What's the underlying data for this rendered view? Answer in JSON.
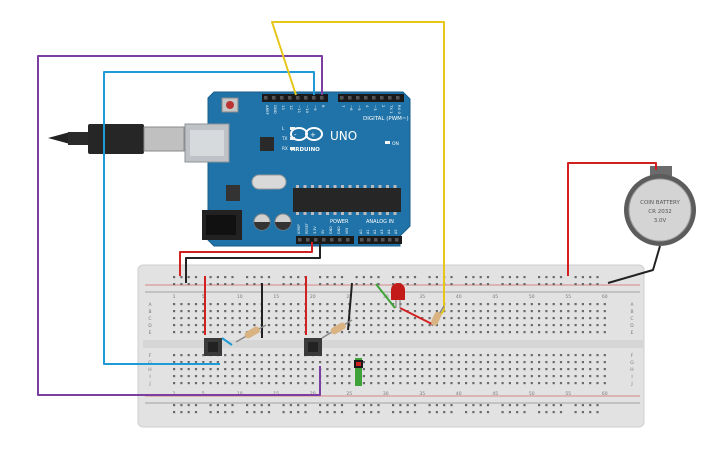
{
  "arduino": {
    "brand": "ARDUINO",
    "model": "UNO",
    "digital_label": "DIGITAL (PWM~)",
    "power_label": "POWER",
    "analog_label": "ANALOG IN",
    "on_label": "ON",
    "top_pins": [
      "AREF",
      "GND",
      "13",
      "12",
      "~11",
      "~10",
      "~9",
      "8",
      "7",
      "~6",
      "~5",
      "4",
      "~3",
      "2",
      "TX 1",
      "RX 0"
    ],
    "power_pins": [
      "IOREF",
      "RESET",
      "3.3V",
      "5V",
      "GND",
      "GND",
      "VIN"
    ],
    "analog_pins": [
      "A0",
      "A1",
      "A2",
      "A3",
      "A4",
      "A5"
    ],
    "led_labels": [
      "L",
      "TX",
      "RX"
    ]
  },
  "battery": {
    "line1": "COIN BATTERY",
    "line2": "CR 2032",
    "line3": "3.0V"
  },
  "breadboard": {
    "col_numbers_top": [
      "1",
      "5",
      "10",
      "15",
      "20",
      "25",
      "30",
      "35",
      "40",
      "45",
      "50",
      "55",
      "60"
    ],
    "col_numbers_bottom": [
      "1",
      "5",
      "10",
      "15",
      "20",
      "25",
      "30",
      "35",
      "40",
      "45",
      "50",
      "55",
      "60"
    ],
    "row_letters_top": [
      "A",
      "B",
      "C",
      "D",
      "E"
    ],
    "row_letters_bottom": [
      "F",
      "G",
      "H",
      "I",
      "J"
    ]
  },
  "colors": {
    "board_blue": "#1f73a8",
    "breadboard": "#e4e4e4",
    "wire_purple": "#7a3fa0",
    "wire_blue": "#1e9ad6",
    "wire_yellow": "#e6c619",
    "wire_red": "#d22020",
    "wire_black": "#222222",
    "wire_green": "#3fa33a"
  }
}
